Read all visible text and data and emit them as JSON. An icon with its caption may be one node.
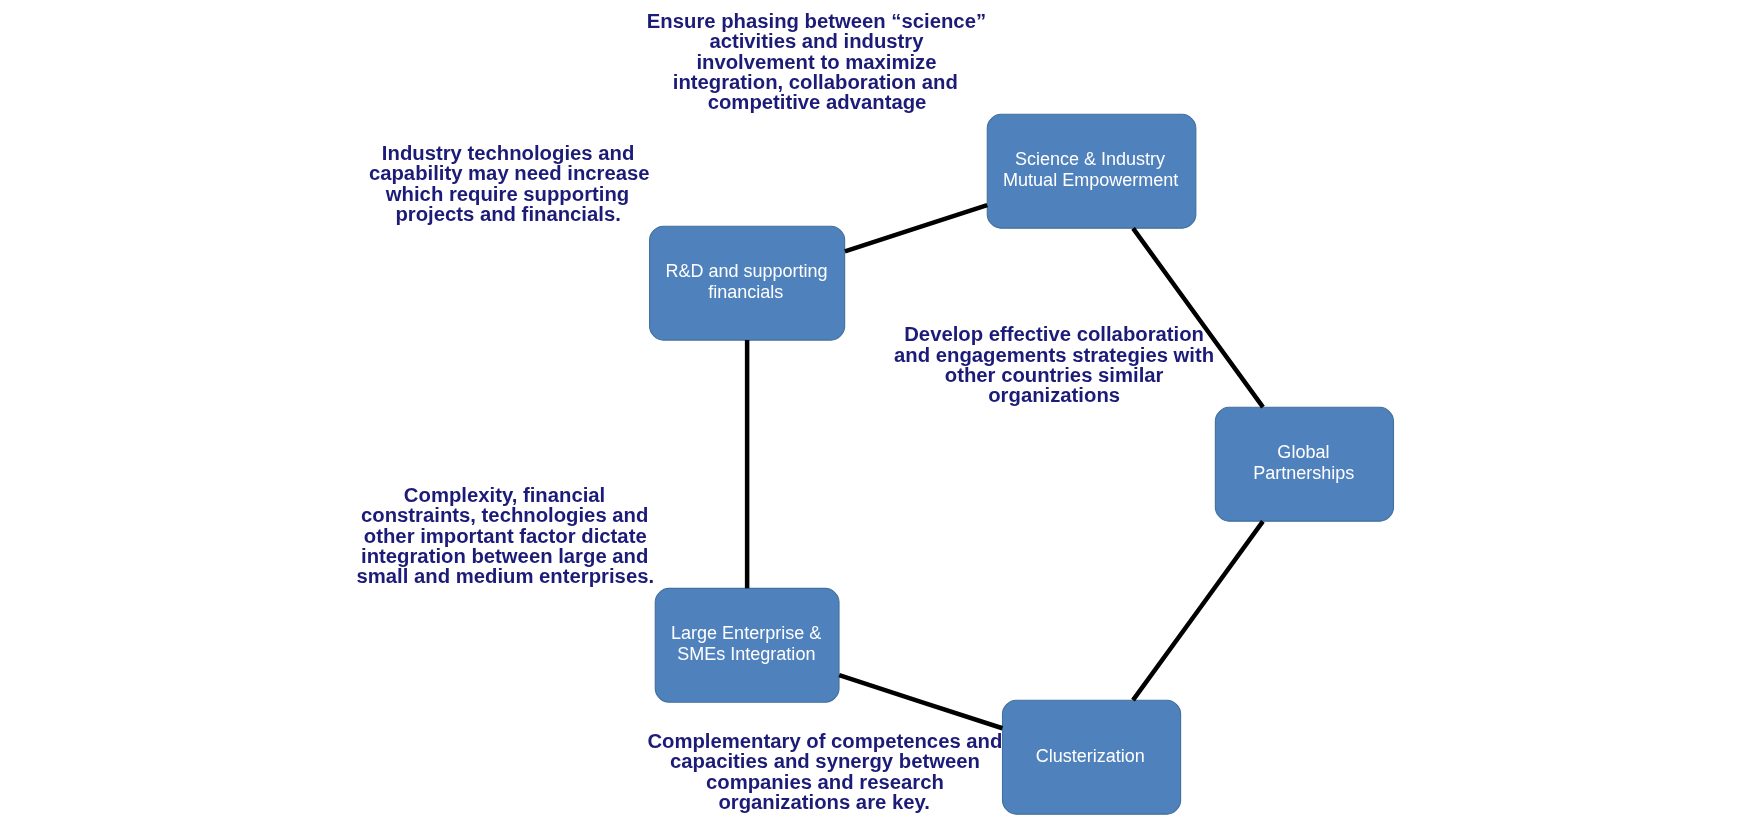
{
  "diagram": {
    "nodes": [
      {
        "text": [
          "Clusterization"
        ],
        "beside": [
          "Complementary of competences and capacities and synergy between companies and research organizations are key."
        ]
      },
      {
        "text": [
          "Large Enterprise & SMEs Integration"
        ],
        "beside": [
          "Complexity, financial constraints, technologies and other important factor dictate integration between large and small and medium enterprises."
        ]
      },
      {
        "text": [
          "R&D and supporting financials"
        ],
        "beside": [
          "Industry technologies and capability may need increase which require supporting projects and financials."
        ]
      },
      {
        "text": [
          "Science & Industry Mutual Empowerment"
        ],
        "beside": [
          "Ensure phasing between “science” activities and industry involvement to maximize integration, collaboration and competitive advantage"
        ]
      },
      {
        "text": [
          "Global Partnerships"
        ],
        "beside": [
          "Develop effective collaboration and engagements strategies with other countries similar organizations"
        ]
      }
    ],
    "edges": [
      {
        "from": 0,
        "to": 1,
        "arrow": "none"
      },
      {
        "from": 1,
        "to": 2,
        "arrow": "none"
      },
      {
        "from": 2,
        "to": 3,
        "arrow": "none"
      },
      {
        "from": 3,
        "to": 4,
        "arrow": "none"
      },
      {
        "from": 4,
        "to": 0,
        "arrow": "none"
      }
    ]
  }
}
